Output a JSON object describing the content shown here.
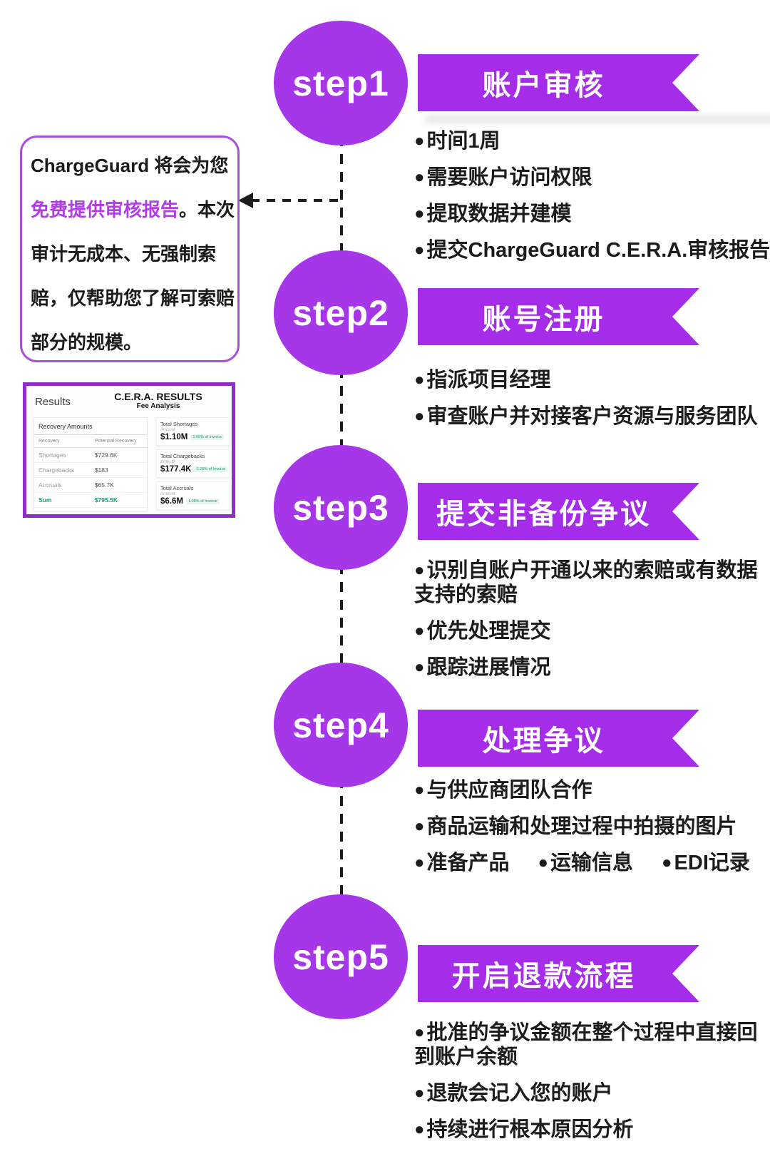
{
  "glyphs": {
    "bullet": "●"
  },
  "colors": {
    "step_circle_purple": "#a637e9",
    "banner_purple": "#a52de9",
    "callout_border_purple": "#a94fd8",
    "highlight_purple": "#b13be6",
    "result_border_purple": "#8f2ec4",
    "result_green": "#16a06a"
  },
  "callout": {
    "line1": "ChargeGuard 将会为您",
    "line2_highlight": "免费提供审核报告",
    "line2_rest": "。本次",
    "line3": "审计无成本、无强制索",
    "line4": "赔，仅帮助您了解可索赔",
    "line5": "部分的规模。"
  },
  "results_panel": {
    "label": "Results",
    "title": "C.E.R.A. RESULTS",
    "subtitle": "Fee Analysis",
    "table": {
      "header": "Recovery Amounts",
      "col1": "Recovery",
      "col2": "Potential Recovery",
      "rows": [
        {
          "name": "Shortages",
          "value": "$729.6K"
        },
        {
          "name": "Chargebacks",
          "value": "$183"
        },
        {
          "name": "Accruals",
          "value": "$65.7K"
        }
      ],
      "sum_label": "Sum",
      "sum_value": "$795.5K"
    },
    "cards": [
      {
        "title": "Total Shortages",
        "amount_label": "Amount",
        "value": "$1.10M",
        "badge": "1.60% of Invoice"
      },
      {
        "title": "Total Chargebacks",
        "amount_label": "Amount",
        "value": "$177.4K",
        "badge": "0.26% of Invoice"
      },
      {
        "title": "Total Accruals",
        "amount_label": "Amount",
        "value": "$6.6M",
        "badge": "1.08% of Invoice"
      }
    ]
  },
  "steps": [
    {
      "label": "step1",
      "banner": "账户审核",
      "bullets": [
        [
          "时间1周"
        ],
        [
          "需要账户访问权限"
        ],
        [
          "提取数据并建模"
        ],
        [
          "提交ChargeGuard C.E.R.A.审核报告"
        ]
      ]
    },
    {
      "label": "step2",
      "banner": "账号注册",
      "bullets": [
        [
          "指派项目经理"
        ],
        [
          "审查账户并对接客户资源与服务团队"
        ]
      ]
    },
    {
      "label": "step3",
      "banner": "提交非备份争议",
      "bullets": [
        [
          "识别自账户开通以来的索赔或有数据",
          "支持的索赔"
        ],
        [
          "优先处理提交"
        ],
        [
          "跟踪进展情况"
        ]
      ]
    },
    {
      "label": "step4",
      "banner": "处理争议",
      "bullets": [
        [
          "与供应商团队合作"
        ],
        [
          "商品运输和处理过程中拍摄的图片"
        ]
      ],
      "inline_bullets": [
        "准备产品",
        "运输信息",
        "EDI记录"
      ]
    },
    {
      "label": "step5",
      "banner": "开启退款流程",
      "bullets": [
        [
          "批准的争议金额在整个过程中直接回",
          "到账户余额"
        ],
        [
          "退款会记入您的账户"
        ],
        [
          "持续进行根本原因分析"
        ]
      ]
    }
  ]
}
